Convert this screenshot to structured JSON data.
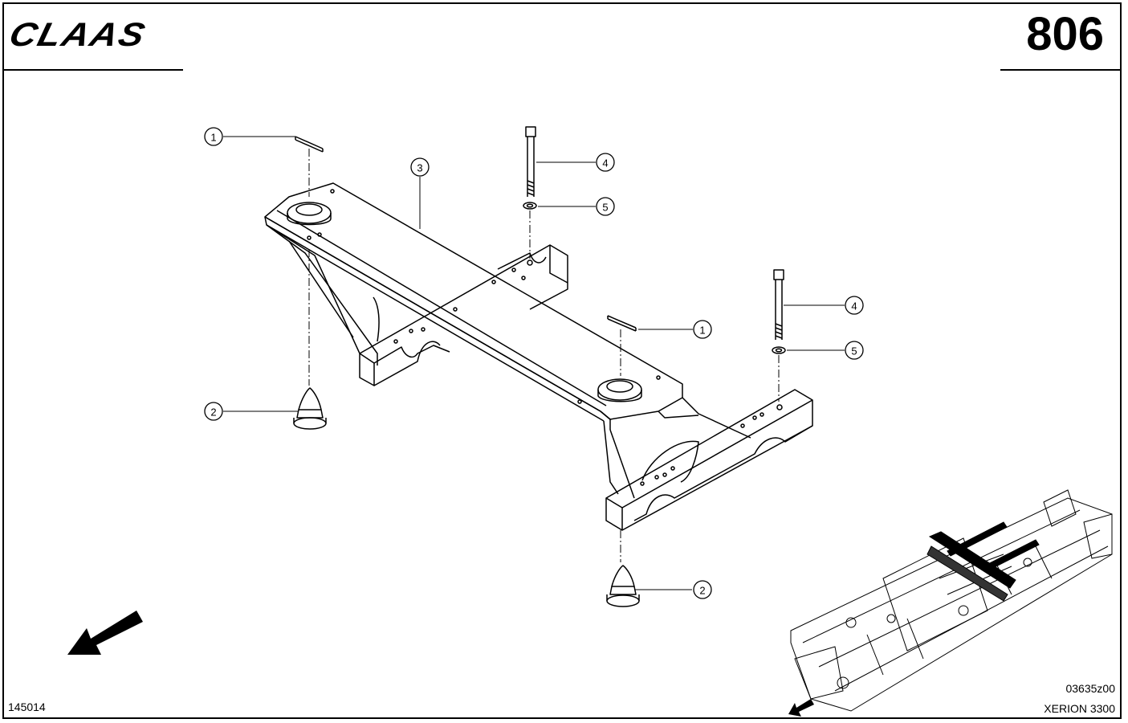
{
  "header": {
    "brand": "CLAAS",
    "page_number": "806"
  },
  "footer": {
    "drawing_number": "145014",
    "reference_code": "03635z00",
    "model": "XERION 3300"
  },
  "callouts": [
    {
      "label": "1"
    },
    {
      "label": "3"
    },
    {
      "label": "4"
    },
    {
      "label": "5"
    },
    {
      "label": "4"
    },
    {
      "label": "1"
    },
    {
      "label": "5"
    },
    {
      "label": "2"
    },
    {
      "label": "2"
    }
  ],
  "icons": {
    "direction_arrow": "direction-arrow-icon",
    "locator_arrow": "locator-arrow-icon"
  }
}
